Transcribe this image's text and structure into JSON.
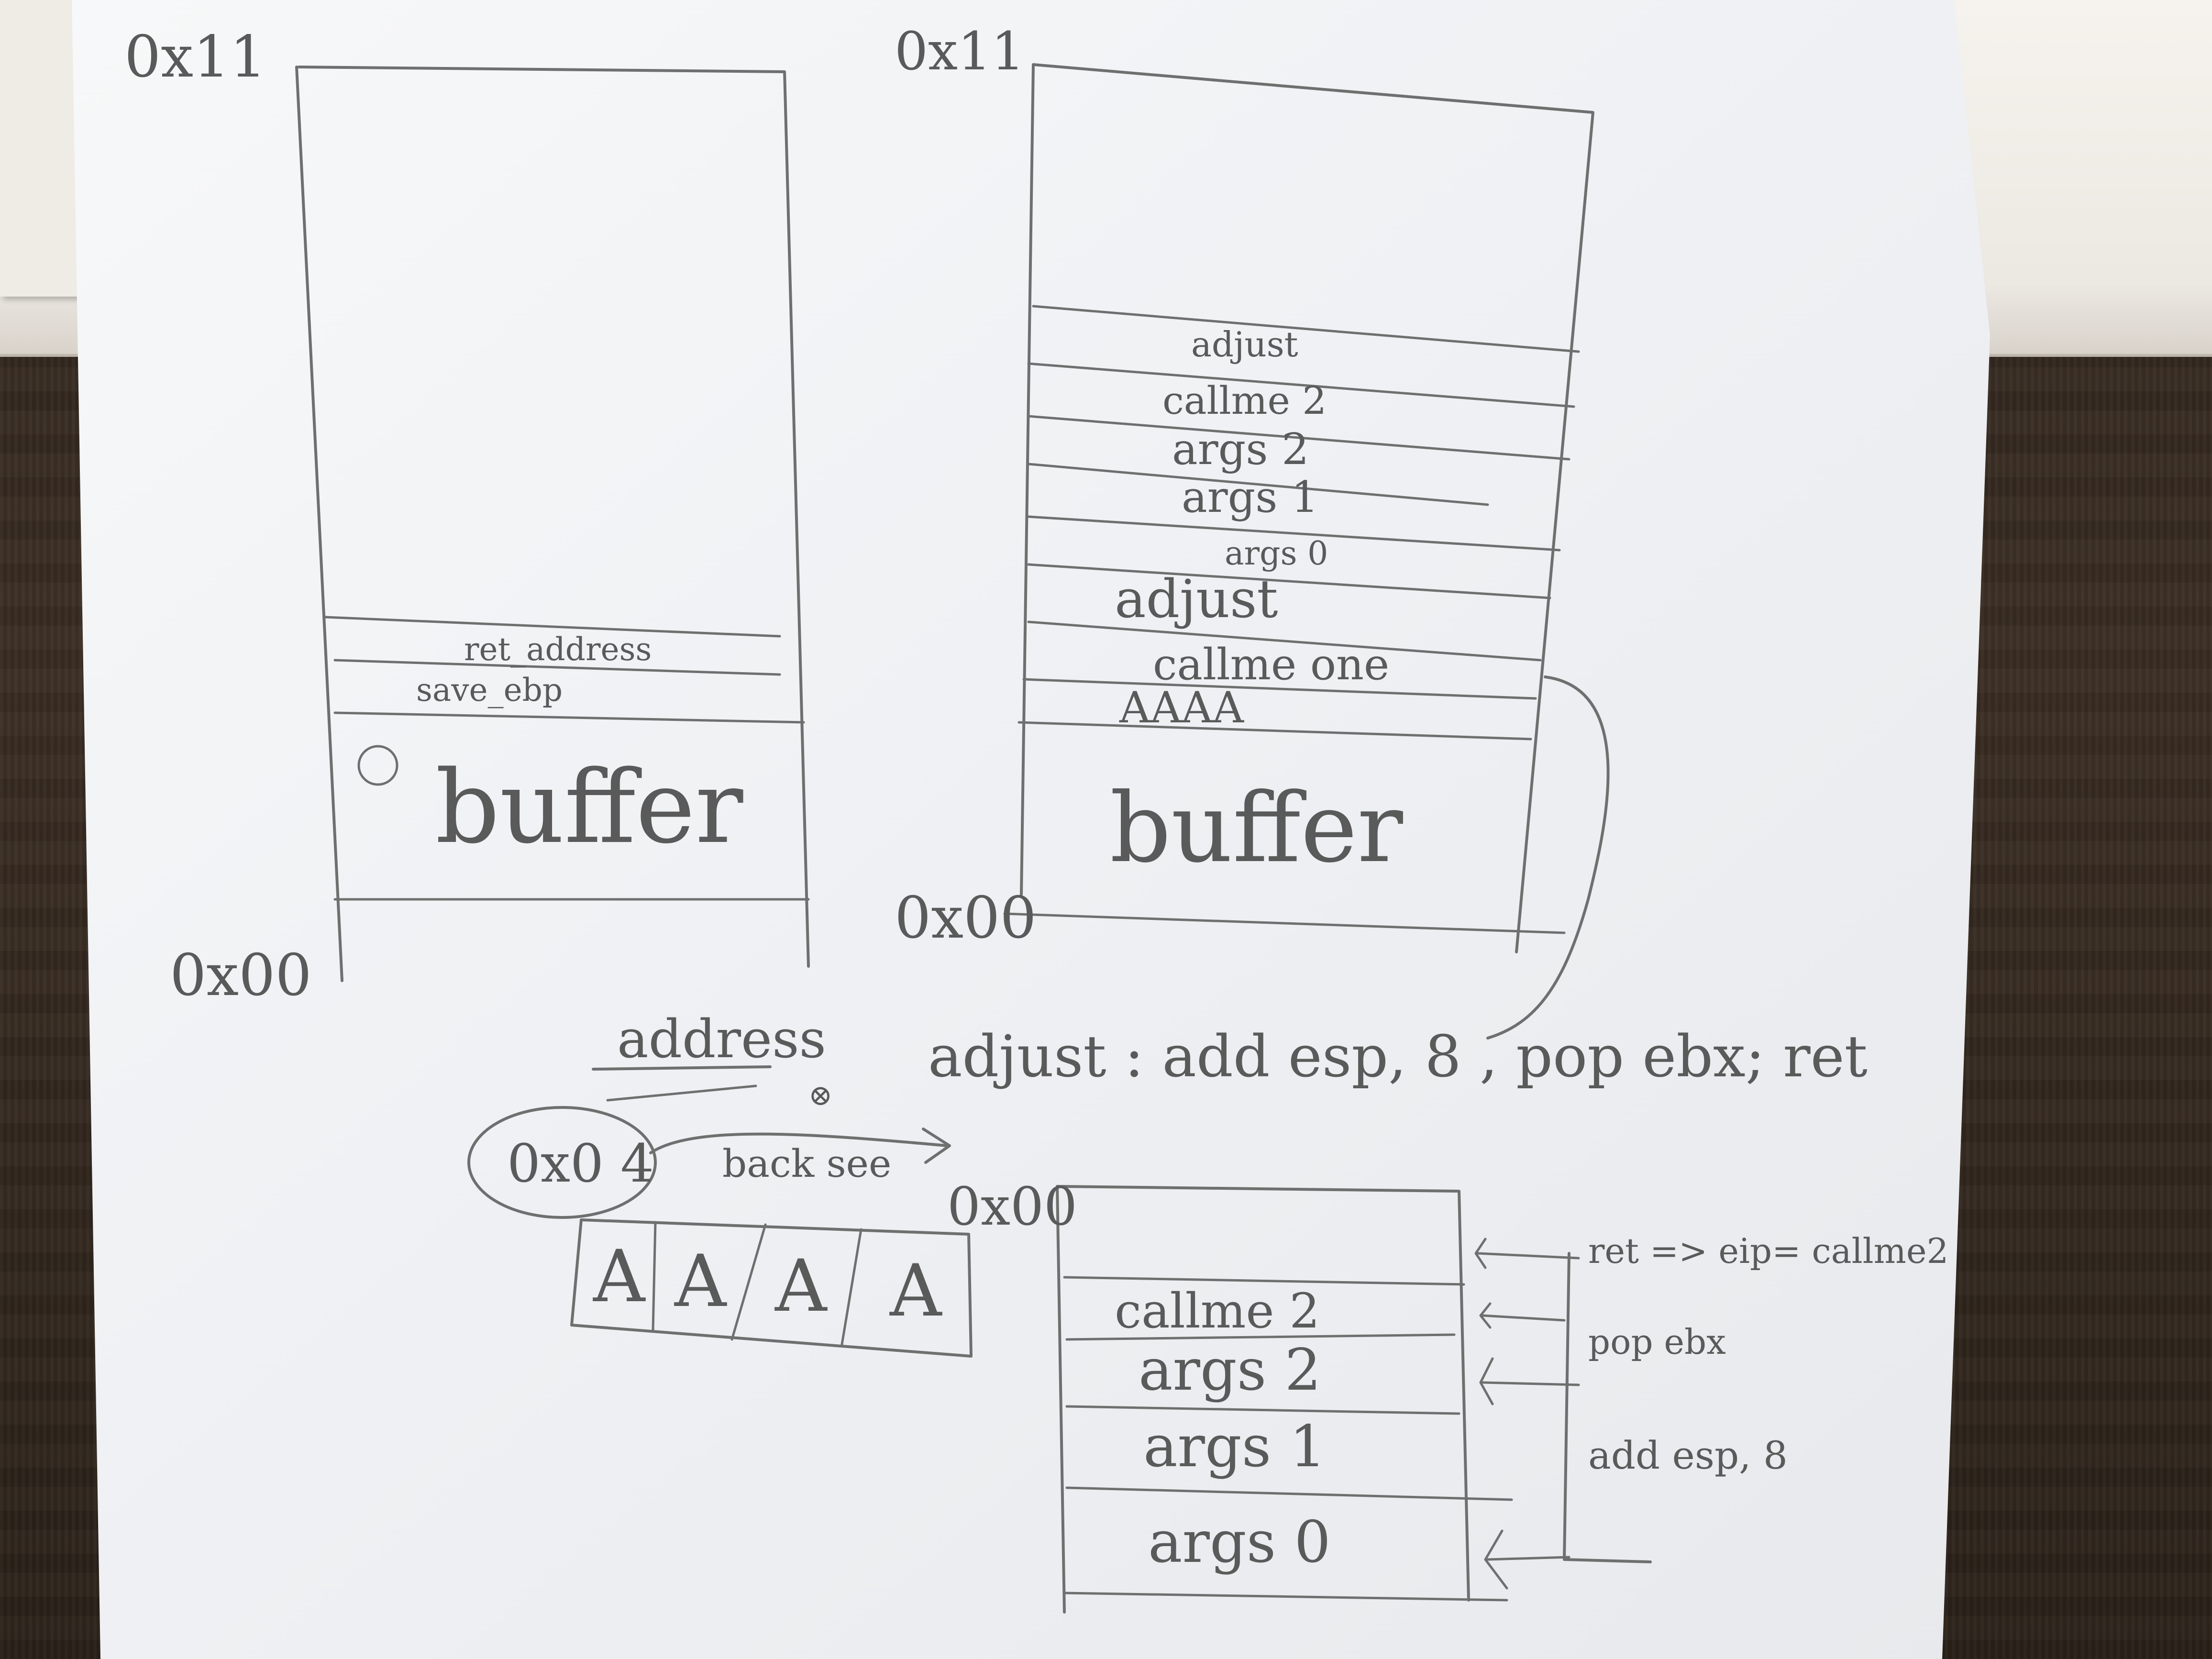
{
  "photo": {
    "subject": "hand-drawn stack diagram on paper",
    "colors": {
      "paper": "#f1f2f4",
      "pencil": "#5f5f5f",
      "desk": "#2f251d",
      "tray": "#f2efe9"
    }
  },
  "left_stack": {
    "top_label": "0x11",
    "bottom_label": "0x00",
    "rows": [
      "ret_address",
      "save_ebp"
    ],
    "buffer_label": "buffer"
  },
  "right_stack": {
    "top_label": "0x11",
    "bottom_label": "0x00",
    "rows": [
      "adjust",
      "callme 2",
      "args 2",
      "args 1",
      "args 0",
      "adjust",
      "callme one",
      "AAAA"
    ],
    "buffer_label": "buffer"
  },
  "notes": {
    "adjust_def": "adjust : add esp, 8 , pop ebx; ret",
    "address_heading": "address",
    "address_value": "0x0 4",
    "arrow_label": "back see",
    "cells": [
      "A",
      "A",
      "A",
      "A"
    ]
  },
  "bottom_stack": {
    "bottom_label": "0x00",
    "rows": [
      "callme 2",
      "args 2",
      "args 1",
      "args 0"
    ],
    "annotations": [
      "ret => eip= callme2",
      "pop ebx",
      "add esp, 8"
    ]
  }
}
